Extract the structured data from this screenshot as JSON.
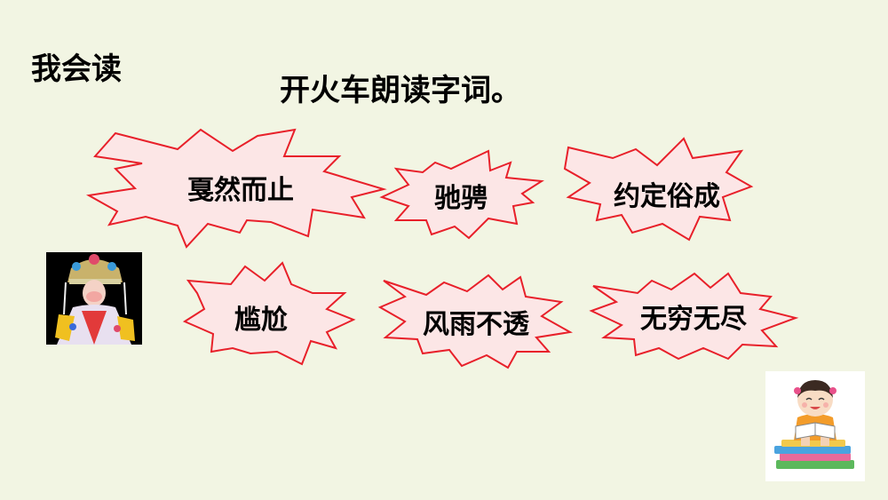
{
  "heading": "我会读",
  "instruction": "开火车朗读字词。",
  "words": [
    "戛然而止",
    "驰骋",
    "约定俗成",
    "尴尬",
    "风雨不透",
    "无穷无尽"
  ],
  "colors": {
    "background": "#f2f5e3",
    "burst_fill": "#fce6e6",
    "burst_stroke": "#e8202a"
  },
  "images": {
    "left": "peking-opera-performer",
    "right": "girl-reading-book-on-stack"
  }
}
